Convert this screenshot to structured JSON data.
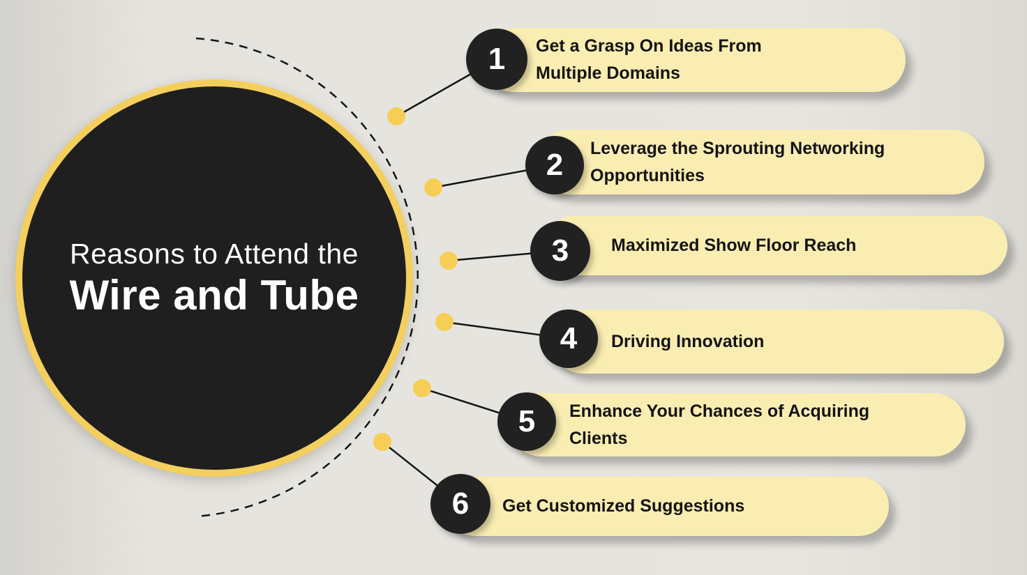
{
  "title": {
    "line1": "Reasons to Attend the",
    "line2": "Wire and Tube"
  },
  "items": [
    {
      "number": "1",
      "lines": [
        "Get a Grasp On Ideas From",
        "Multiple Domains"
      ]
    },
    {
      "number": "2",
      "lines": [
        "Leverage the Sprouting Networking",
        "Opportunities"
      ]
    },
    {
      "number": "3",
      "lines": [
        "Maximized Show Floor Reach"
      ]
    },
    {
      "number": "4",
      "lines": [
        "Driving Innovation"
      ]
    },
    {
      "number": "5",
      "lines": [
        "Enhance Your Chances of Acquiring",
        "Clients"
      ]
    },
    {
      "number": "6",
      "lines": [
        "Get Customized Suggestions"
      ]
    }
  ],
  "colors": {
    "background": "#E5E3DD",
    "pill_fill": "#F9EDB2",
    "badge_fill": "#212121",
    "accent_yellow": "#F4CF5E",
    "circle_fill": "#1F1F1F",
    "text_dark": "#141414",
    "text_light": "#FFFFFF"
  }
}
